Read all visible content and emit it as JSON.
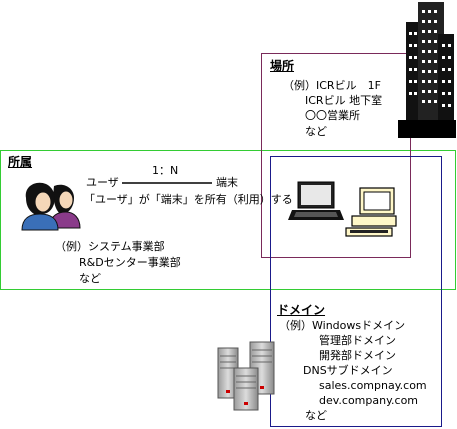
{
  "location": {
    "heading": "場所",
    "example_label": "（例）ICRビル　1F",
    "items": [
      "ICRビル 地下室",
      "〇〇営業所",
      "など"
    ]
  },
  "ownership": {
    "heading": "所属",
    "user_label": "ユーザ",
    "ratio_label": "1：N",
    "terminal_label": "端末",
    "relation_text": "「ユーザ」が「端末」を所有（利用）する",
    "example_label": "（例）システム事業部",
    "items": [
      "R&Dセンター事業部",
      "など"
    ]
  },
  "domain": {
    "heading": "ドメイン",
    "example_label": "（例）Windowsドメイン",
    "items": [
      "管理部ドメイン",
      "開発部ドメイン",
      "DNSサブドメイン",
      "sales.compnay.com",
      "dev.company.com",
      "など"
    ]
  },
  "colors": {
    "location_border": "#7a2a5a",
    "ownership_border": "#33cc33",
    "domain_border": "#1a1a8a"
  },
  "icons": [
    "building-icon",
    "users-icon",
    "laptop-icon",
    "desktop-pc-icon",
    "servers-icon"
  ]
}
